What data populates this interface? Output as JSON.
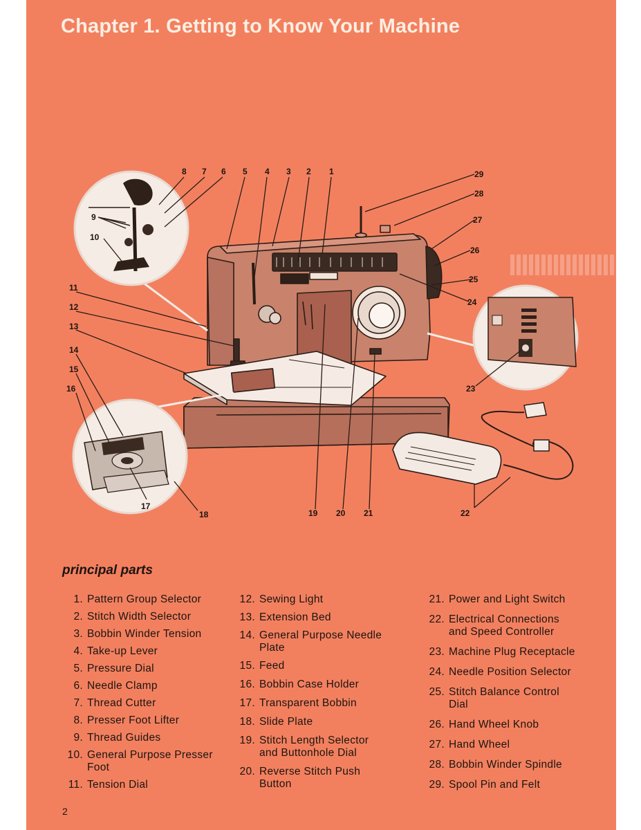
{
  "page": {
    "title": "Chapter 1. Getting to Know Your Machine",
    "section_heading": "principal parts",
    "page_number": "2"
  },
  "colors": {
    "page_background": "#f2805f",
    "machine_body": "#c9826b",
    "ink": "#1c1410",
    "title_text": "#fbeee2"
  },
  "diagram": {
    "callouts": [
      "1",
      "2",
      "3",
      "4",
      "5",
      "6",
      "7",
      "8",
      "9",
      "10",
      "11",
      "12",
      "13",
      "14",
      "15",
      "16",
      "17",
      "18",
      "19",
      "20",
      "21",
      "22",
      "23",
      "24",
      "25",
      "26",
      "27",
      "28",
      "29"
    ]
  },
  "parts": {
    "col1": [
      {
        "num": "1.",
        "label": "Pattern Group Selector"
      },
      {
        "num": "2.",
        "label": "Stitch Width Selector"
      },
      {
        "num": "3.",
        "label": "Bobbin Winder Tension"
      },
      {
        "num": "4.",
        "label": "Take-up Lever"
      },
      {
        "num": "5.",
        "label": "Pressure Dial"
      },
      {
        "num": "6.",
        "label": "Needle Clamp"
      },
      {
        "num": "7.",
        "label": "Thread Cutter"
      },
      {
        "num": "8.",
        "label": "Presser Foot Lifter"
      },
      {
        "num": "9.",
        "label": "Thread Guides"
      },
      {
        "num": "10.",
        "label": "General Purpose Presser",
        "label2": "Foot"
      },
      {
        "num": "11.",
        "label": "Tension Dial"
      }
    ],
    "col2": [
      {
        "num": "12.",
        "label": "Sewing Light"
      },
      {
        "num": "13.",
        "label": "Extension Bed"
      },
      {
        "num": "14.",
        "label": "General Purpose Needle",
        "label2": "Plate"
      },
      {
        "num": "15.",
        "label": "Feed"
      },
      {
        "num": "16.",
        "label": "Bobbin Case Holder"
      },
      {
        "num": "17.",
        "label": "Transparent Bobbin"
      },
      {
        "num": "18.",
        "label": "Slide Plate"
      },
      {
        "num": "19.",
        "label": "Stitch Length Selector",
        "label2": "and Buttonhole Dial"
      },
      {
        "num": "20.",
        "label": "Reverse Stitch Push",
        "label2": "Button"
      }
    ],
    "col3": [
      {
        "num": "21.",
        "label": "Power and Light Switch"
      },
      {
        "num": "22.",
        "label": "Electrical Connections",
        "label2": "and Speed Controller"
      },
      {
        "num": "23.",
        "label": "Machine Plug Receptacle"
      },
      {
        "num": "24.",
        "label": "Needle Position Selector"
      },
      {
        "num": "25.",
        "label": "Stitch Balance Control",
        "label2": "Dial"
      },
      {
        "num": "26.",
        "label": "Hand Wheel Knob"
      },
      {
        "num": "27.",
        "label": "Hand Wheel"
      },
      {
        "num": "28.",
        "label": "Bobbin Winder Spindle"
      },
      {
        "num": "29.",
        "label": "Spool Pin and Felt"
      }
    ]
  }
}
